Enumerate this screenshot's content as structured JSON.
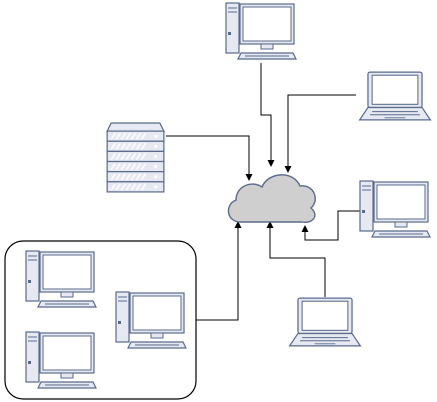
{
  "diagram": {
    "type": "network-topology",
    "hub": {
      "icon": "cloud-icon"
    },
    "nodes": [
      {
        "id": "desktop-top",
        "icon": "desktop-computer-icon"
      },
      {
        "id": "laptop-top-right",
        "icon": "laptop-icon"
      },
      {
        "id": "server",
        "icon": "server-rack-icon"
      },
      {
        "id": "desktop-right",
        "icon": "desktop-computer-icon"
      },
      {
        "id": "laptop-bottom",
        "icon": "laptop-icon"
      },
      {
        "id": "lan-group",
        "icon": "workstation-group",
        "members": 3
      }
    ],
    "connections": [
      {
        "from": "desktop-top",
        "to": "cloud"
      },
      {
        "from": "laptop-top-right",
        "to": "cloud"
      },
      {
        "from": "server",
        "to": "cloud"
      },
      {
        "from": "desktop-right",
        "to": "cloud"
      },
      {
        "from": "laptop-bottom",
        "to": "cloud"
      },
      {
        "from": "lan-group",
        "to": "cloud"
      }
    ],
    "colors": {
      "stroke": "#5a6b8c",
      "fill_light": "#e6e9f1",
      "screen": "#ffffff",
      "cloud": "#cfcfcf",
      "connector": "#000000"
    }
  }
}
